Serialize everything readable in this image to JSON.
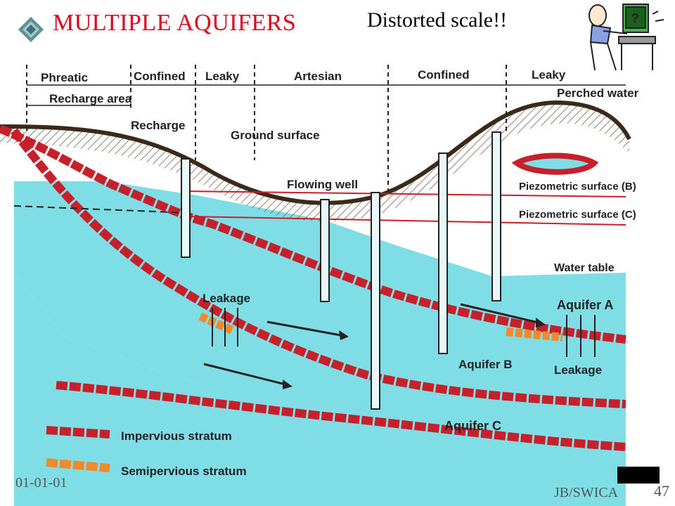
{
  "slide": {
    "title": "MULTIPLE AQUIFERS",
    "note": "Distorted scale!!",
    "date": "01-01-01",
    "author": "JB/SWICA",
    "page": "47"
  },
  "zones": [
    "Phreatic",
    "Confined",
    "Leaky",
    "Artesian",
    "Confined",
    "Leaky"
  ],
  "labels": {
    "recharge_area": "Recharge area",
    "recharge": "Recharge",
    "ground_surface": "Ground surface",
    "flowing_well": "Flowing well",
    "perched_water": "Perched water",
    "piezo_b": "Piezometric surface (B)",
    "piezo_c": "Piezometric surface (C)",
    "water_table": "Water table",
    "leakage_left": "Leakage",
    "leakage_right": "Leakage",
    "aquifer_a": "Aquifer A",
    "aquifer_b": "Aquifer B",
    "aquifer_c": "Aquifer C"
  },
  "legend": {
    "impervious": "Impervious stratum",
    "semipervious": "Semipervious stratum"
  },
  "colors": {
    "water": "#7fdde6",
    "impervious": "#c8202a",
    "semipervious": "#f08a2a",
    "title": "#e0001b",
    "soil_hatch": "#6b5a45"
  }
}
